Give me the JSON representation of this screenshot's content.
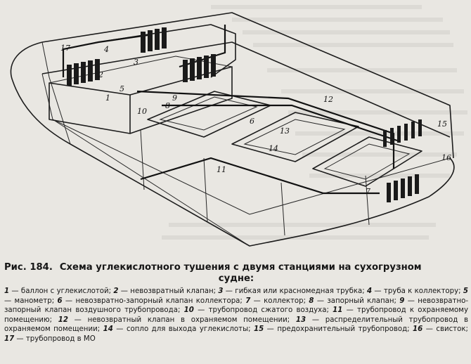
{
  "figure": {
    "callouts": [
      "1",
      "2",
      "3",
      "4",
      "5",
      "6",
      "7",
      "8",
      "9",
      "10",
      "11",
      "12",
      "13",
      "14",
      "15",
      "16",
      "17"
    ]
  },
  "caption": {
    "figure_number": "Рис. 184.",
    "title_line1": "Схема углекислотного тушения с двумя станциями на сухогрузном",
    "title_line2": "судне:",
    "legend": [
      {
        "n": "1",
        "text": "баллон с углекислотой;"
      },
      {
        "n": "2",
        "text": "невозвратный клапан;"
      },
      {
        "n": "3",
        "text": "гибкая или красномедная трубка;"
      },
      {
        "n": "4",
        "text": "труба к коллектору;"
      },
      {
        "n": "5",
        "text": "манометр;"
      },
      {
        "n": "6",
        "text": "невозвратно-запорный клапан коллектора;"
      },
      {
        "n": "7",
        "text": "коллектор;"
      },
      {
        "n": "8",
        "text": "запорный клапан;"
      },
      {
        "n": "9",
        "text": "невозвратно-запорный клапан воздушного трубопровода;"
      },
      {
        "n": "10",
        "text": "трубопровод сжатого воздуха;"
      },
      {
        "n": "11",
        "text": "трубопровод к охраняемому помещению;"
      },
      {
        "n": "12",
        "text": "невозвратный клапан в охраняемом помещении;"
      },
      {
        "n": "13",
        "text": "распределительный трубопровод в охраняемом помещении;"
      },
      {
        "n": "14",
        "text": "сопло для выхода углекислоты;"
      },
      {
        "n": "15",
        "text": "предохранительный трубопровод;"
      },
      {
        "n": "16",
        "text": "свисток;"
      },
      {
        "n": "17",
        "text": "трубопровод в МО"
      }
    ]
  }
}
